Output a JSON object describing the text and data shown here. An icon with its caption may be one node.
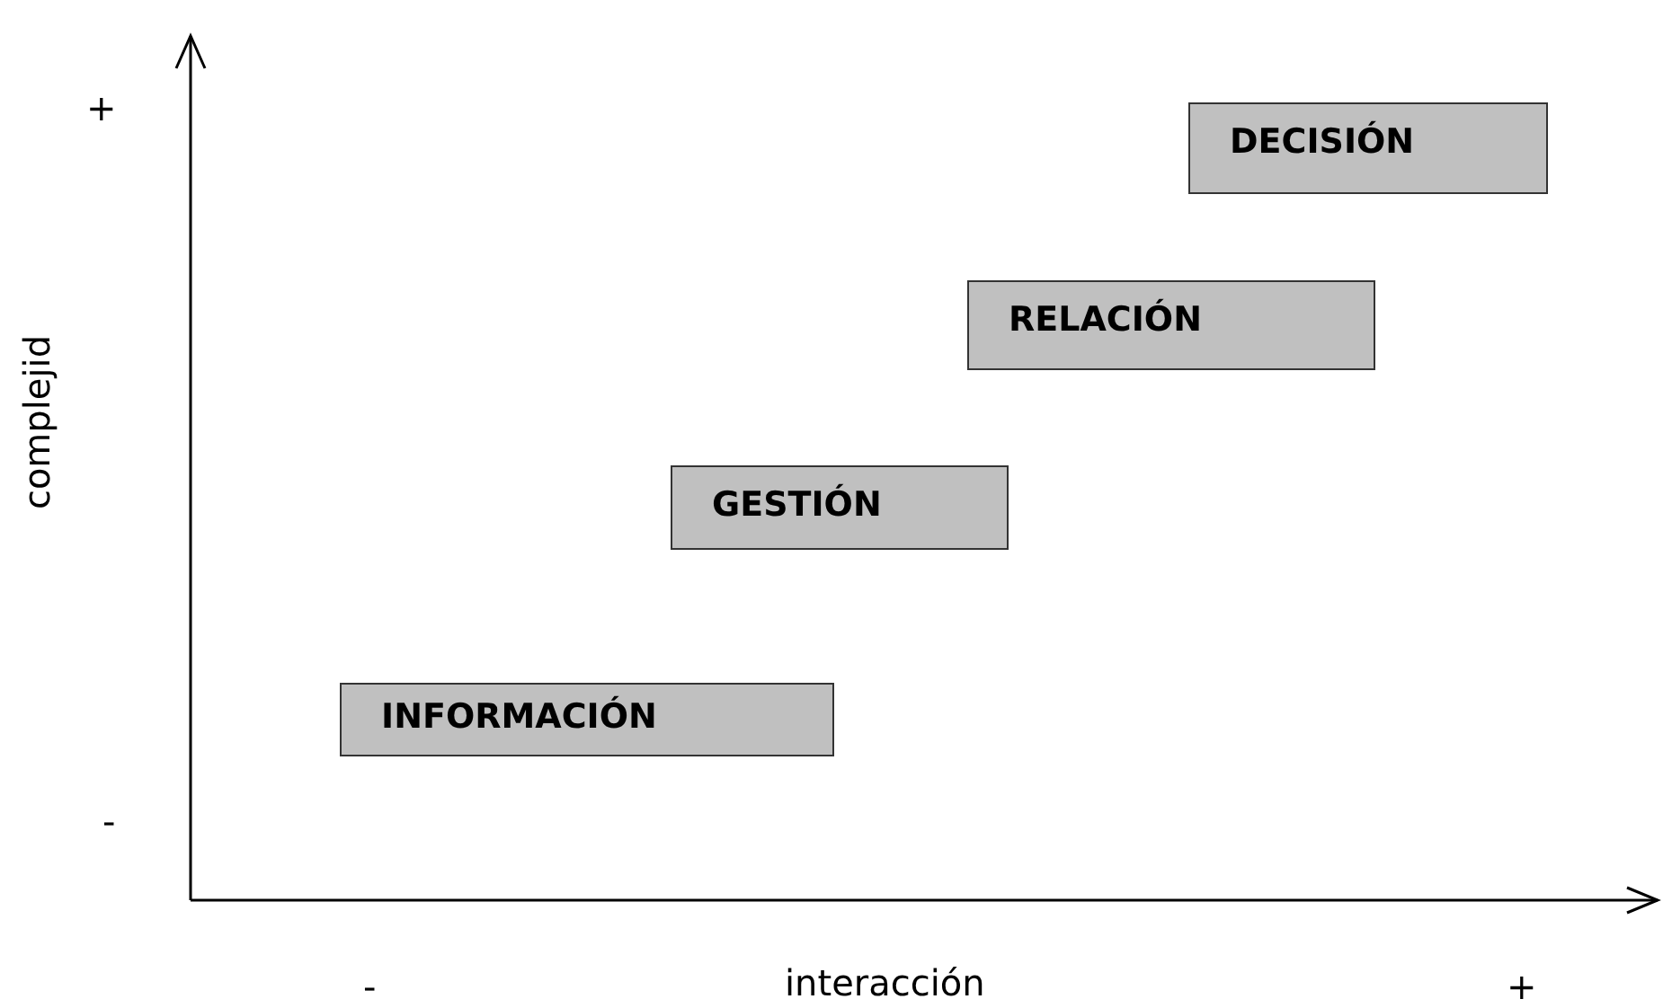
{
  "diagram": {
    "nodes": [
      {
        "text": [
          "DECISIÓN"
        ]
      },
      {
        "text": [
          "RELACIÓN"
        ]
      },
      {
        "text": [
          "GESTIÓN"
        ]
      },
      {
        "text": [
          "INFORMACIÓN"
        ]
      }
    ],
    "labels": [
      "+",
      "-",
      "complejid",
      "-",
      "interacción",
      "+"
    ]
  }
}
